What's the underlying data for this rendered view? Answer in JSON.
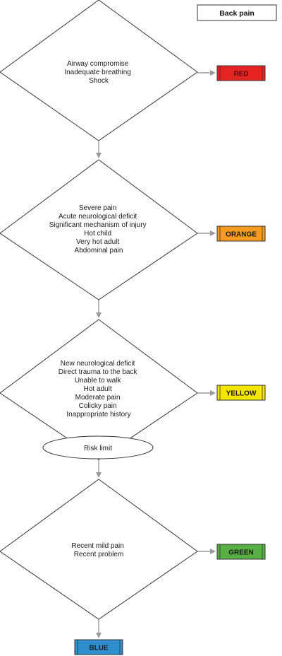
{
  "title": "Back pain",
  "colors": {
    "stroke": "#333333",
    "arrow": "#9a9a9a",
    "red": "#e52421",
    "orange": "#f39c1f",
    "yellow": "#f5e600",
    "green": "#58b045",
    "blue": "#2f8fce"
  },
  "steps": [
    {
      "criteria": [
        "Airway compromise",
        "Inadequate breathing",
        "Shock"
      ],
      "outcome": "RED",
      "outcome_color": "#e52421",
      "outcome_text_color": "#5a0c0c"
    },
    {
      "criteria": [
        "Severe pain",
        "Acute neurological deficit",
        "Significant mechanism of injury",
        "Hot child",
        "Very hot adult",
        "Abdominal pain"
      ],
      "outcome": "ORANGE",
      "outcome_color": "#f39c1f",
      "outcome_text_color": "#1a1a1a"
    },
    {
      "criteria": [
        "New neurological deficit",
        "Direct trauma to the back",
        "Unable to walk",
        "Hot adult",
        "Moderate pain",
        "Colicky pain",
        "Inappropriate history"
      ],
      "outcome": "YELLOW",
      "outcome_color": "#f5e600",
      "outcome_text_color": "#1a1a1a"
    },
    {
      "criteria": [
        "Recent mild pain",
        "Recent problem"
      ],
      "outcome": "GREEN",
      "outcome_color": "#58b045",
      "outcome_text_color": "#1a1a1a"
    }
  ],
  "risk_limit": "Risk limit",
  "final": {
    "label": "BLUE",
    "color": "#2f8fce",
    "text_color": "#1a1a1a"
  }
}
